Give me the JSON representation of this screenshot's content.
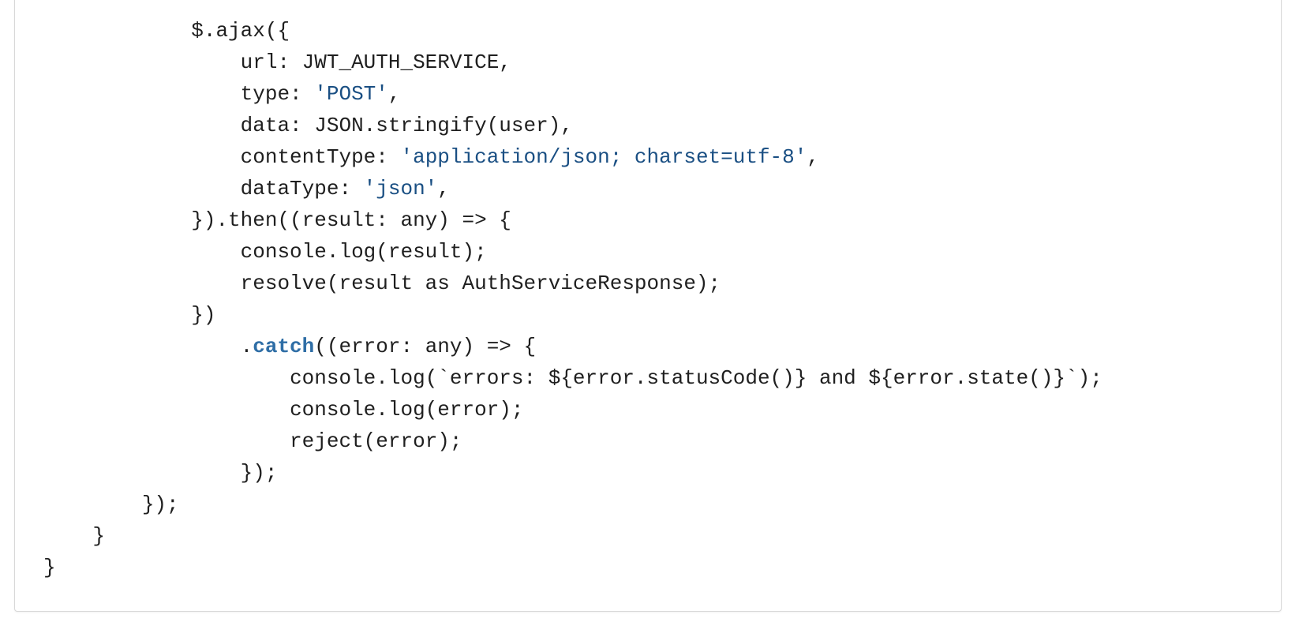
{
  "code": {
    "lines": [
      {
        "indent": "            ",
        "segments": [
          {
            "text": "$.ajax({",
            "kind": "plain"
          }
        ]
      },
      {
        "indent": "                ",
        "segments": [
          {
            "text": "url: JWT_AUTH_SERVICE,",
            "kind": "plain"
          }
        ]
      },
      {
        "indent": "                ",
        "segments": [
          {
            "text": "type: ",
            "kind": "plain"
          },
          {
            "text": "'POST'",
            "kind": "string"
          },
          {
            "text": ",",
            "kind": "plain"
          }
        ]
      },
      {
        "indent": "                ",
        "segments": [
          {
            "text": "data: JSON.stringify(user),",
            "kind": "plain"
          }
        ]
      },
      {
        "indent": "                ",
        "segments": [
          {
            "text": "contentType: ",
            "kind": "plain"
          },
          {
            "text": "'application/json; charset=utf-8'",
            "kind": "string"
          },
          {
            "text": ",",
            "kind": "plain"
          }
        ]
      },
      {
        "indent": "                ",
        "segments": [
          {
            "text": "dataType: ",
            "kind": "plain"
          },
          {
            "text": "'json'",
            "kind": "string"
          },
          {
            "text": ",",
            "kind": "plain"
          }
        ]
      },
      {
        "indent": "            ",
        "segments": [
          {
            "text": "}).then((result: any) => {",
            "kind": "plain"
          }
        ]
      },
      {
        "indent": "                ",
        "segments": [
          {
            "text": "console.log(result);",
            "kind": "plain"
          }
        ]
      },
      {
        "indent": "                ",
        "segments": [
          {
            "text": "resolve(result as AuthServiceResponse);",
            "kind": "plain"
          }
        ]
      },
      {
        "indent": "            ",
        "segments": [
          {
            "text": "})",
            "kind": "plain"
          }
        ]
      },
      {
        "indent": "                ",
        "segments": [
          {
            "text": ".",
            "kind": "plain"
          },
          {
            "text": "catch",
            "kind": "keyword"
          },
          {
            "text": "((error: any) => {",
            "kind": "plain"
          }
        ]
      },
      {
        "indent": "                    ",
        "segments": [
          {
            "text": "console.log(`errors: ${error.statusCode()} and ${error.state()}`);",
            "kind": "plain"
          }
        ]
      },
      {
        "indent": "                    ",
        "segments": [
          {
            "text": "console.log(error);",
            "kind": "plain"
          }
        ]
      },
      {
        "indent": "                    ",
        "segments": [
          {
            "text": "reject(error);",
            "kind": "plain"
          }
        ]
      },
      {
        "indent": "                ",
        "segments": [
          {
            "text": "});",
            "kind": "plain"
          }
        ]
      },
      {
        "indent": "        ",
        "segments": [
          {
            "text": "});",
            "kind": "plain"
          }
        ]
      },
      {
        "indent": "    ",
        "segments": [
          {
            "text": "}",
            "kind": "plain"
          }
        ]
      },
      {
        "indent": "",
        "segments": [
          {
            "text": "}",
            "kind": "plain"
          }
        ]
      }
    ]
  }
}
